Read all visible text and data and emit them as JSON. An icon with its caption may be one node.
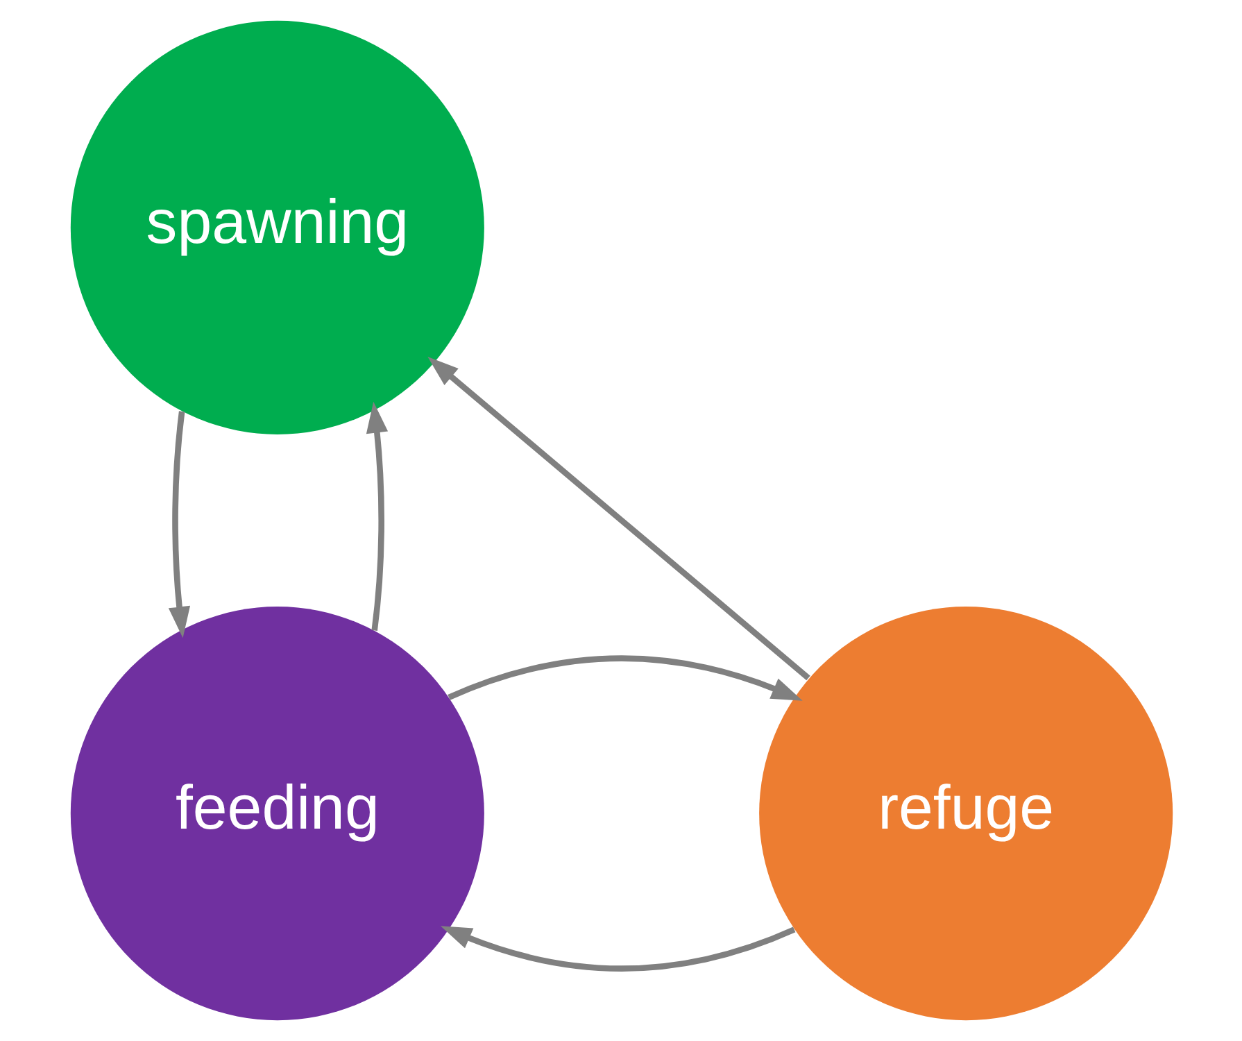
{
  "diagram": {
    "nodes": [
      {
        "text": [
          "spawning"
        ]
      },
      {
        "text": [
          "refuge"
        ]
      },
      {
        "text": [
          "feeding"
        ]
      }
    ],
    "edges": [
      {
        "from": 1,
        "to": 0,
        "arrow": "to"
      },
      {
        "from": 0,
        "to": 2,
        "arrow": "to"
      },
      {
        "from": 2,
        "to": 0,
        "arrow": "to"
      },
      {
        "from": 1,
        "to": 2,
        "arrow": "to"
      },
      {
        "from": 2,
        "to": 1,
        "arrow": "to"
      }
    ]
  }
}
